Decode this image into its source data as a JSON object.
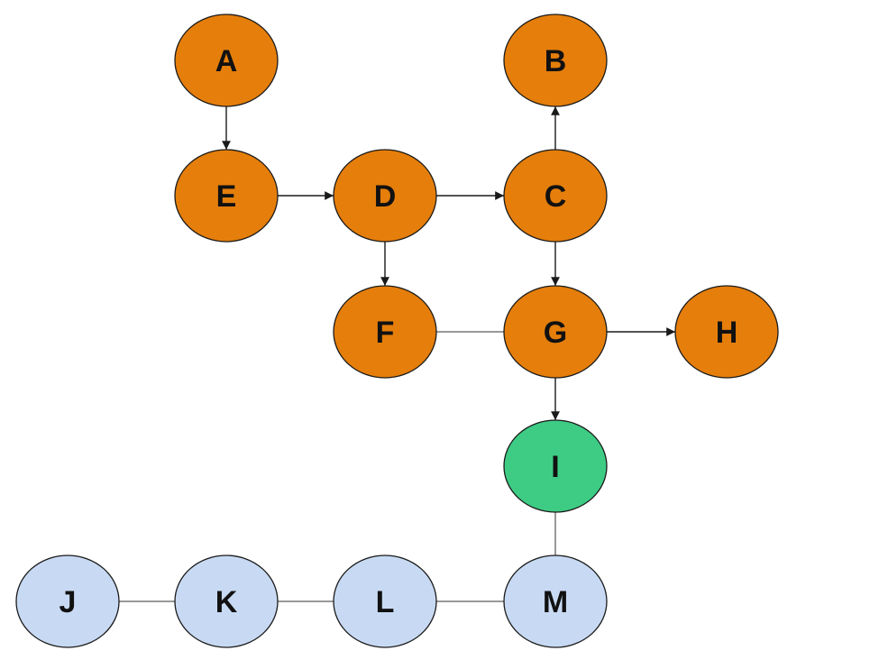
{
  "colors": {
    "orange": "#e57e0b",
    "green": "#3ecc84",
    "blue": "#c8daf3",
    "edge": "#1a1a1a"
  },
  "nodes": [
    {
      "id": "A",
      "label": "A",
      "group": "orange"
    },
    {
      "id": "B",
      "label": "B",
      "group": "orange"
    },
    {
      "id": "C",
      "label": "C",
      "group": "orange"
    },
    {
      "id": "D",
      "label": "D",
      "group": "orange"
    },
    {
      "id": "E",
      "label": "E",
      "group": "orange"
    },
    {
      "id": "F",
      "label": "F",
      "group": "orange"
    },
    {
      "id": "G",
      "label": "G",
      "group": "orange"
    },
    {
      "id": "H",
      "label": "H",
      "group": "orange"
    },
    {
      "id": "I",
      "label": "I",
      "group": "green"
    },
    {
      "id": "J",
      "label": "J",
      "group": "blue"
    },
    {
      "id": "K",
      "label": "K",
      "group": "blue"
    },
    {
      "id": "L",
      "label": "L",
      "group": "blue"
    },
    {
      "id": "M",
      "label": "M",
      "group": "blue"
    }
  ],
  "edges": [
    {
      "from": "A",
      "to": "E",
      "directed": true
    },
    {
      "from": "E",
      "to": "D",
      "directed": true
    },
    {
      "from": "D",
      "to": "C",
      "directed": true
    },
    {
      "from": "C",
      "to": "B",
      "directed": true
    },
    {
      "from": "D",
      "to": "F",
      "directed": true
    },
    {
      "from": "C",
      "to": "G",
      "directed": true
    },
    {
      "from": "F",
      "to": "G",
      "directed": false
    },
    {
      "from": "G",
      "to": "H",
      "directed": true
    },
    {
      "from": "G",
      "to": "I",
      "directed": true
    },
    {
      "from": "I",
      "to": "M",
      "directed": false
    },
    {
      "from": "J",
      "to": "K",
      "directed": false
    },
    {
      "from": "K",
      "to": "L",
      "directed": false
    },
    {
      "from": "L",
      "to": "M",
      "directed": false
    }
  ]
}
